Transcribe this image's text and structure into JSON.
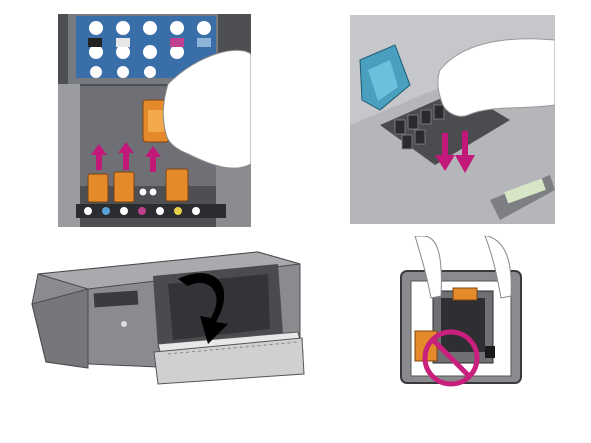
{
  "panels": [
    {
      "id": "panel-1",
      "caption": ""
    },
    {
      "id": "panel-2",
      "caption": ""
    },
    {
      "id": "panel-3",
      "caption": ""
    },
    {
      "id": "panel-4",
      "caption": ""
    }
  ],
  "colors": {
    "printhead_orange": "#e58a2a",
    "arrow_magenta": "#c2187a",
    "cartridge_blue": "#4a9fbf",
    "printer_gray": "#8a8b8e",
    "no_sign_magenta": "#c8207c",
    "panel_dark": "#5a5c60",
    "panel_light": "#cfd0d2"
  },
  "icons": [
    "lift-arrow-icon",
    "press-arrow-icon",
    "curved-arrow-icon",
    "prohibited-icon",
    "hand-icon"
  ]
}
